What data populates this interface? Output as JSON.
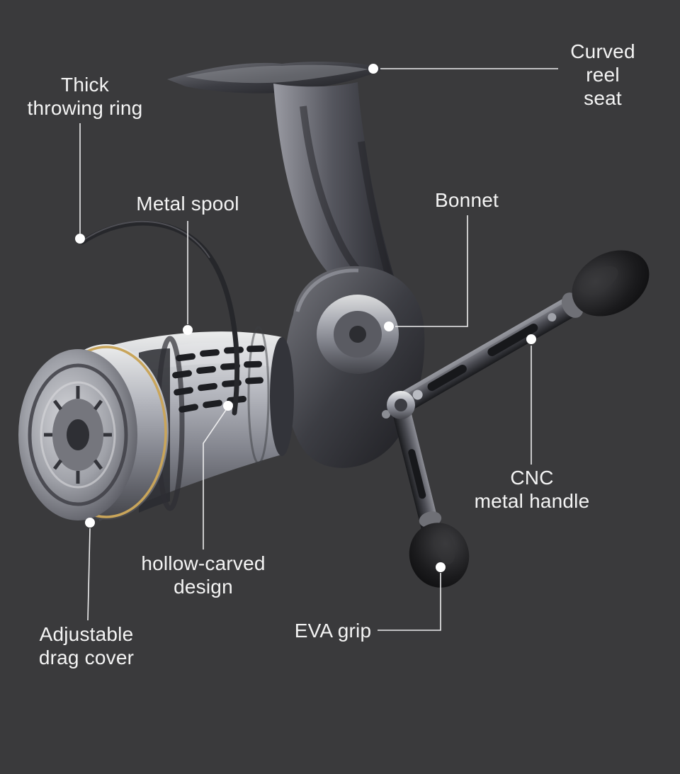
{
  "page": {
    "background": "#3a3a3c",
    "text_color": "#f4f4f4",
    "callout_line_color": "#ededee",
    "accent_gold": "#c9a55a"
  },
  "illustration": {
    "subject": "spinning fishing reel"
  },
  "callouts": [
    {
      "id": "curved-reel-seat",
      "label": "Curved\nreel seat"
    },
    {
      "id": "thick-throwing-ring",
      "label": "Thick\nthrowing ring"
    },
    {
      "id": "metal-spool",
      "label": "Metal spool"
    },
    {
      "id": "bonnet",
      "label": "Bonnet"
    },
    {
      "id": "cnc-metal-handle",
      "label": "CNC\nmetal handle"
    },
    {
      "id": "hollow-carved-design",
      "label": "hollow-carved\ndesign"
    },
    {
      "id": "adjustable-drag-cover",
      "label": "Adjustable\ndrag cover"
    },
    {
      "id": "eva-grip",
      "label": "EVA grip"
    }
  ]
}
